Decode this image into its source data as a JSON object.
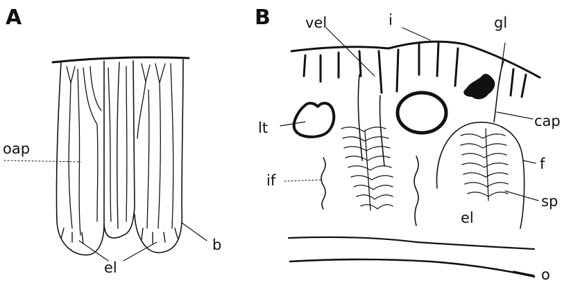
{
  "panels": {
    "a": {
      "letter": "A",
      "labels": {
        "oap": "oap",
        "b": "b",
        "el": "el"
      }
    },
    "b": {
      "letter": "B",
      "labels": {
        "vel": "vel",
        "i": "i",
        "gl": "gl",
        "lt": "lt",
        "cap": "cap",
        "if": "if",
        "f": "f",
        "sp": "sp",
        "el": "el",
        "o": "o"
      }
    }
  },
  "colors": {
    "ink": "#111111",
    "paper": "#ffffff"
  }
}
